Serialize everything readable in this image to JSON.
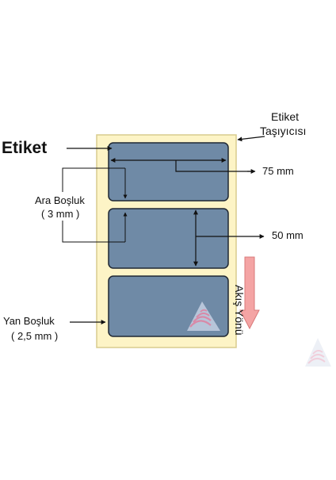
{
  "labels": {
    "etiket": "Etiket",
    "etiket_tasiyici_line1": "Etiket",
    "etiket_tasiyici_line2": "Taşıyıcısı",
    "width_dim": "75 mm",
    "height_dim": "50 mm",
    "ara_bosluk": "Ara Boşluk",
    "ara_bosluk_value": "( 3 mm )",
    "yan_bosluk": "Yan Boşluk",
    "yan_bosluk_value": "( 2,5 mm )",
    "akis_yonu": "Akış Yönü"
  },
  "colors": {
    "carrier": "#fdf4c6",
    "carrier_border": "#d8cc8e",
    "label_fill": "#6f8aa6",
    "label_border": "#1f2733",
    "flow_arrow": "#f4a4a4",
    "flow_arrow_border": "#d97a7a"
  },
  "icons": {
    "logo": "wave-triangle-logo"
  }
}
